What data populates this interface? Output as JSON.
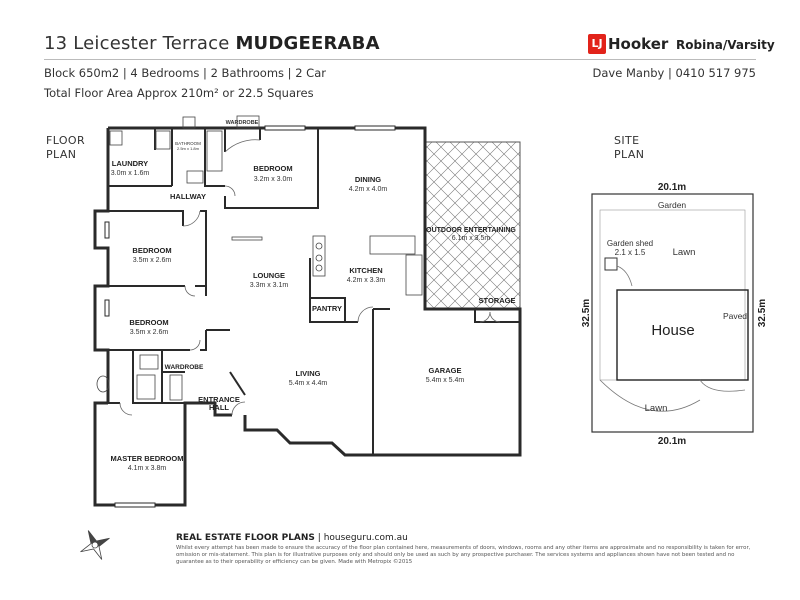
{
  "header": {
    "address": "13 Leicester Terrace",
    "suburb": "MUDGEERABA",
    "specs": "Block 650m2 | 4 Bedrooms | 2 Bathrooms | 2 Car",
    "floor_area": "Total Floor Area Approx 210m² or 22.5 Squares",
    "agency_mark": "LJ",
    "agency": "Hooker",
    "office": "Robina/Varsity",
    "agent": "Dave Manby | 0410 517 975"
  },
  "floor_plan": {
    "heading_line1": "FLOOR",
    "heading_line2": "PLAN",
    "rooms": {
      "laundry": {
        "name": "LAUNDRY",
        "dims": "3.0m x 1.6m"
      },
      "bathroom": {
        "name": "BATHROOM",
        "dims": "2.5m x 1.8m"
      },
      "wardrobe_top": {
        "name": "WARDROBE"
      },
      "bedroom_top": {
        "name": "BEDROOM",
        "dims": "3.2m x 3.0m"
      },
      "dining": {
        "name": "DINING",
        "dims": "4.2m x 4.0m"
      },
      "outdoor": {
        "name": "OUTDOOR ENTERTAINING",
        "dims": "6.1m x 3.5m"
      },
      "hallway": {
        "name": "HALLWAY"
      },
      "bedroom_2": {
        "name": "BEDROOM",
        "dims": "3.5m x 2.6m"
      },
      "lounge": {
        "name": "LOUNGE",
        "dims": "3.3m x 3.1m"
      },
      "kitchen": {
        "name": "KITCHEN",
        "dims": "4.2m x 3.3m"
      },
      "pantry": {
        "name": "PANTRY"
      },
      "storage": {
        "name": "STORAGE"
      },
      "bedroom_3": {
        "name": "BEDROOM",
        "dims": "3.5m x 2.6m"
      },
      "wardrobe_master": {
        "name": "WARDROBE"
      },
      "living": {
        "name": "LIVING",
        "dims": "5.4m x 4.4m"
      },
      "garage": {
        "name": "GARAGE",
        "dims": "5.4m x 5.4m"
      },
      "entrance_line1": "ENTRANCE",
      "entrance_line2": "HALL",
      "master": {
        "name": "MASTER BEDROOM",
        "dims": "4.1m x 3.8m"
      }
    }
  },
  "site_plan": {
    "heading_line1": "SITE",
    "heading_line2": "PLAN",
    "width_top": "20.1m",
    "width_bottom": "20.1m",
    "depth_left": "32.5m",
    "depth_right": "32.5m",
    "garden": "Garden",
    "shed_name": "Garden shed",
    "shed_dims": "2.1 x 1.5",
    "lawn_top": "Lawn",
    "house": "House",
    "paved": "Paved",
    "lawn_bottom": "Lawn"
  },
  "footer": {
    "brand": "REAL ESTATE FLOOR PLANS",
    "site": "| houseguru.com.au",
    "disclaimer": "Whilst every attempt has been made to ensure the accuracy of the floor plan contained here, measurements of doors, windows, rooms and any other items are approximate and no responsibility is taken for error, omission or mis-statement. This plan is for illustrative purposes only and should only be used as such by any prospective purchaser. The services systems and appliances shown have not been tested and no guarantee as to their operability or efficiency can be given. Made with Metropix ©2015"
  }
}
